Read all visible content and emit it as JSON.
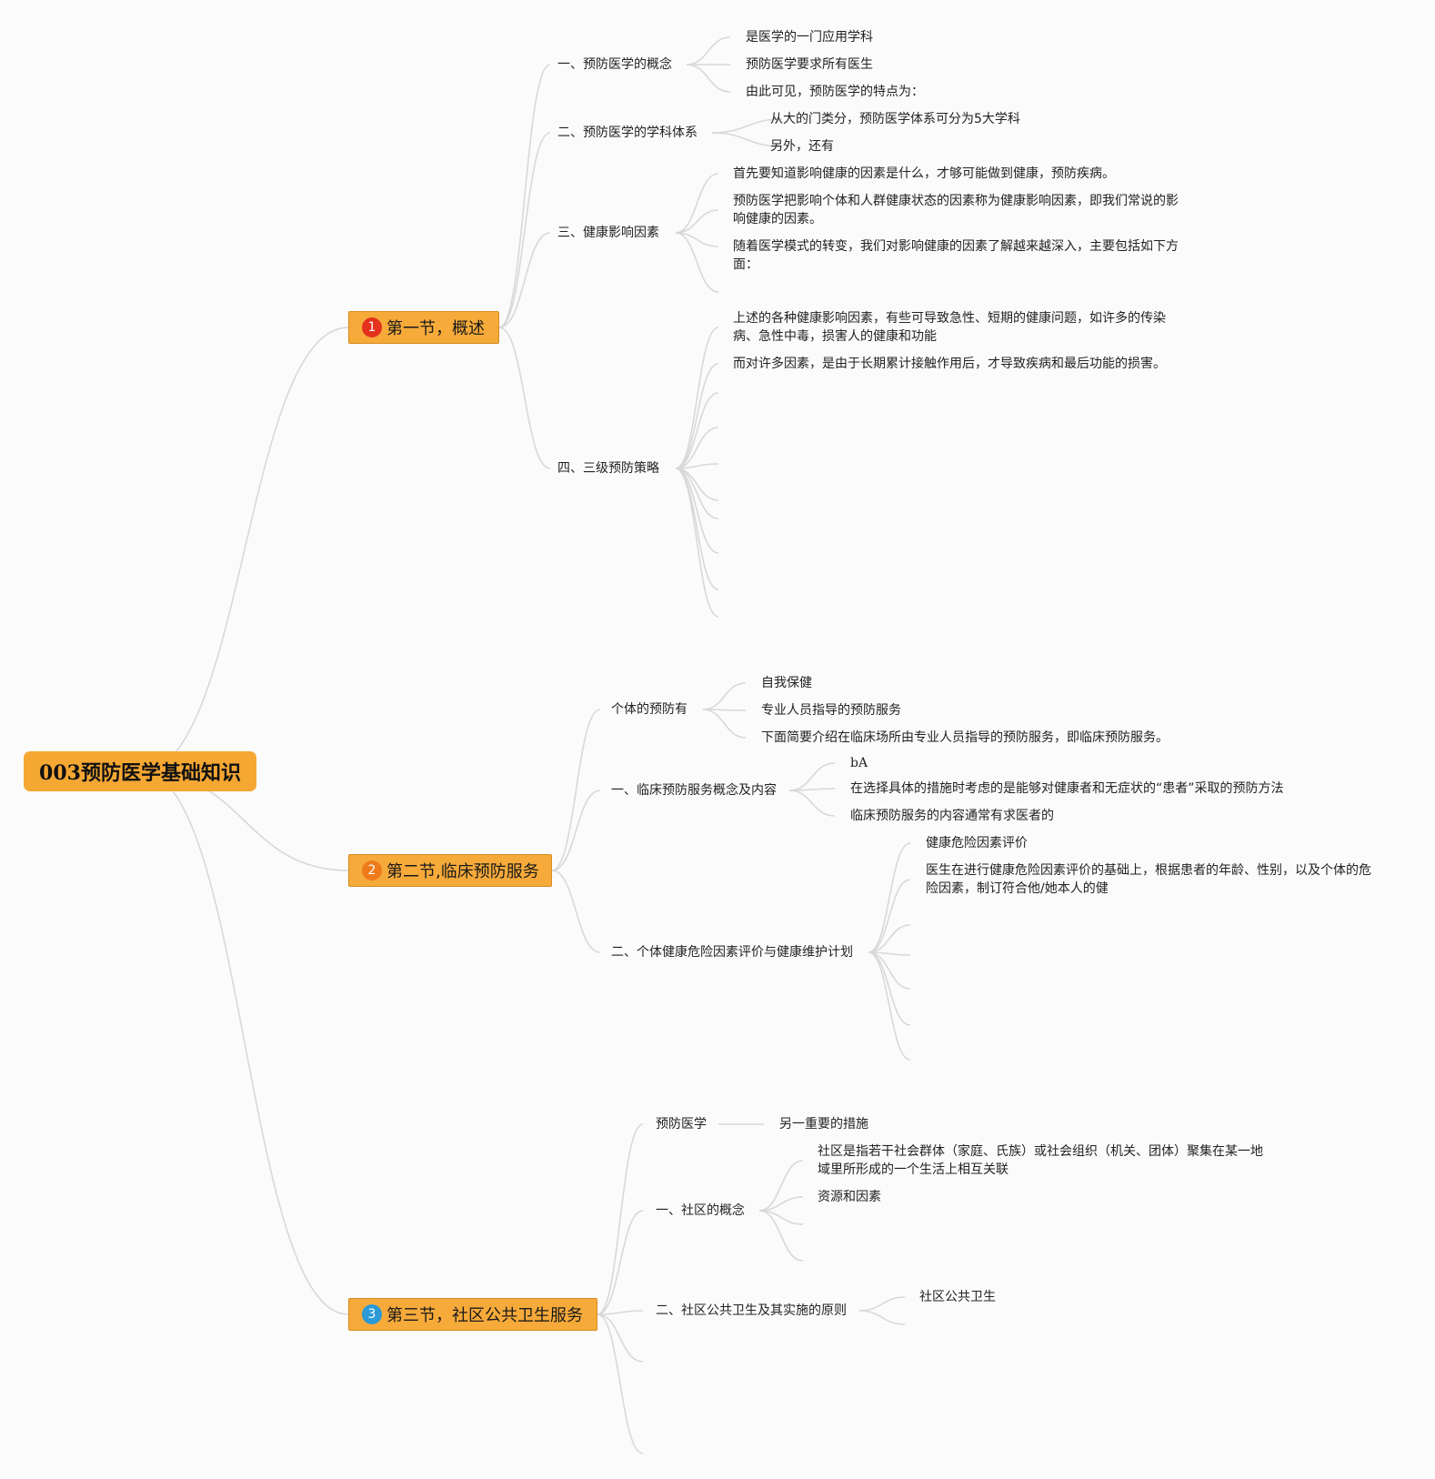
{
  "root": "003预防医学基础知识",
  "sections": [
    {
      "number": "1",
      "badge_color": "#e3311d",
      "title": "第一节，概述",
      "topics": [
        {
          "label": "一、预防医学的概念",
          "items": [
            "是医学的一门应用学科",
            "预防医学要求所有医生",
            "由此可见，预防医学的特点为："
          ]
        },
        {
          "label": "二、预防医学的学科体系",
          "items": [
            "从大的门类分，预防医学体系可分为5大学科",
            "另外，还有"
          ]
        },
        {
          "label": "三、健康影响因素",
          "items": [
            "首先要知道影响健康的因素是什么，才够可能做到健康，预防疾病。",
            "预防医学把影响个体和人群健康状态的因素称为健康影响因素，即我们常说的影响健康的因素。",
            "随着医学模式的转变，我们对影响健康的因素了解越来越深入，主要包括如下方面："
          ]
        },
        {
          "label": "四、三级预防策略",
          "items": [
            "上述的各种健康影响因素，有些可导致急性、短期的健康问题，如许多的传染病、急性中毒，损害人的健康和功能",
            "而对许多因素，是由于长期累计接触作用后，才导致疾病和最后功能的损害。"
          ]
        }
      ]
    },
    {
      "number": "2",
      "badge_color": "#ef7a1a",
      "title": "第二节,临床预防服务",
      "topics": [
        {
          "label": "个体的预防有",
          "items": [
            "自我保健",
            "专业人员指导的预防服务",
            "下面简要介绍在临床场所由专业人员指导的预防服务，即临床预防服务。"
          ]
        },
        {
          "label": "一、临床预防服务概念及内容",
          "items": [
            "bA",
            "在选择具体的措施时考虑的是能够对健康者和无症状的“患者”采取的预防方法",
            "临床预防服务的内容通常有求医者的"
          ]
        },
        {
          "label": "二、个体健康危险因素评价与健康维护计划",
          "items": [
            "健康危险因素评价",
            "医生在进行健康危险因素评价的基础上，根据患者的年龄、性别，以及个体的危险因素，制订符合他/她本人的健"
          ]
        }
      ]
    },
    {
      "number": "3",
      "badge_color": "#2b9ad6",
      "title": "第三节，社区公共卫生服务",
      "topics": [
        {
          "label": "预防医学",
          "items": [
            "另一重要的措施"
          ]
        },
        {
          "label": "一、社区的概念",
          "items": [
            "社区是指若干社会群体（家庭、氏族）或社会组织（机关、团体）聚集在某一地域里所形成的一个生活上相互关联",
            "资源和因素"
          ]
        },
        {
          "label": "二、社区公共卫生及其实施的原则",
          "items": [
            "社区公共卫生"
          ]
        }
      ]
    }
  ]
}
